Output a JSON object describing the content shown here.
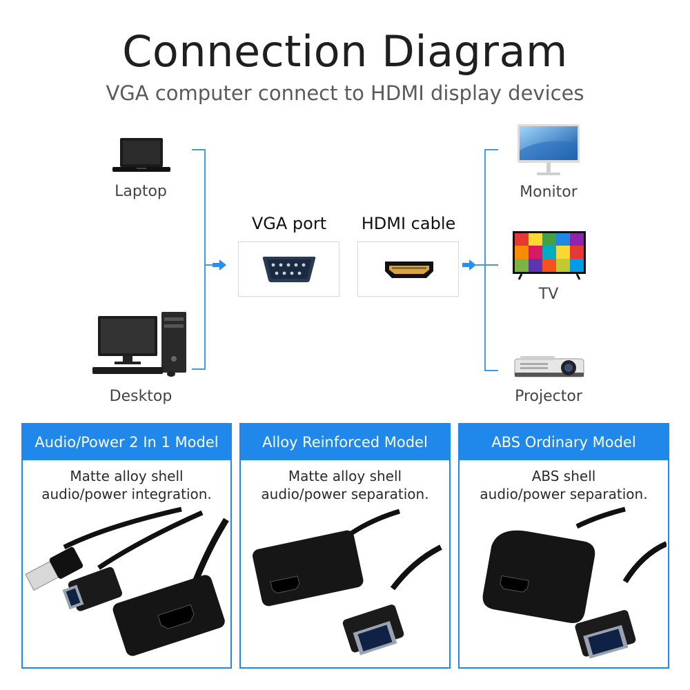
{
  "header": {
    "title": "Connection Diagram",
    "subtitle": "VGA computer connect to HDMI display devices"
  },
  "sources": [
    {
      "label": "Laptop",
      "icon": "laptop-icon"
    },
    {
      "label": "Desktop",
      "icon": "desktop-computer-icon"
    }
  ],
  "ports": {
    "vga_label": "VGA port",
    "hdmi_label": "HDMI cable"
  },
  "displays": [
    {
      "label": "Monitor",
      "icon": "monitor-icon"
    },
    {
      "label": "TV",
      "icon": "tv-icon"
    },
    {
      "label": "Projector",
      "icon": "projector-icon"
    }
  ],
  "models": [
    {
      "title": "Audio/Power 2 In 1 Model",
      "line1": "Matte  alloy shell",
      "line2": "audio/power integration."
    },
    {
      "title": "Alloy Reinforced Model",
      "line1": "Matte alloy shell",
      "line2": "audio/power separation."
    },
    {
      "title": "ABS Ordinary Model",
      "line1": "ABS shell",
      "line2": "audio/power separation."
    }
  ],
  "colors": {
    "accent": "#1f88ea",
    "connector_line": "#3d9be9"
  }
}
